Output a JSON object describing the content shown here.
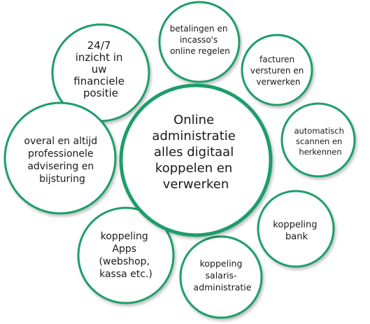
{
  "colors": {
    "ring": "#1e9e6b",
    "text": "#1a1a1a",
    "fill": "#ffffff"
  },
  "center": {
    "lines": [
      "Online",
      "administratie",
      "alles digitaal",
      "koppelen en",
      "verwerken"
    ]
  },
  "nodes": [
    {
      "id": "inzicht",
      "lines": [
        "24/7",
        "inzicht in",
        "uw",
        "financiele",
        "positie"
      ]
    },
    {
      "id": "betalingen",
      "lines": [
        "betalingen en",
        "incasso's",
        "online regelen"
      ]
    },
    {
      "id": "facturen",
      "lines": [
        "facturen",
        "versturen en",
        "verwerken"
      ]
    },
    {
      "id": "scannen",
      "lines": [
        "automatisch",
        "scannen en",
        "herkennen"
      ]
    },
    {
      "id": "bank",
      "lines": [
        "koppeling",
        "bank"
      ]
    },
    {
      "id": "salaris",
      "lines": [
        "koppeling",
        "salaris-",
        "administratie"
      ]
    },
    {
      "id": "apps",
      "lines": [
        "koppeling",
        "Apps",
        "(webshop,",
        "kassa etc.)"
      ]
    },
    {
      "id": "advisering",
      "lines": [
        "overal en altijd",
        "professionele",
        "advisering en",
        "bijsturing"
      ]
    }
  ]
}
